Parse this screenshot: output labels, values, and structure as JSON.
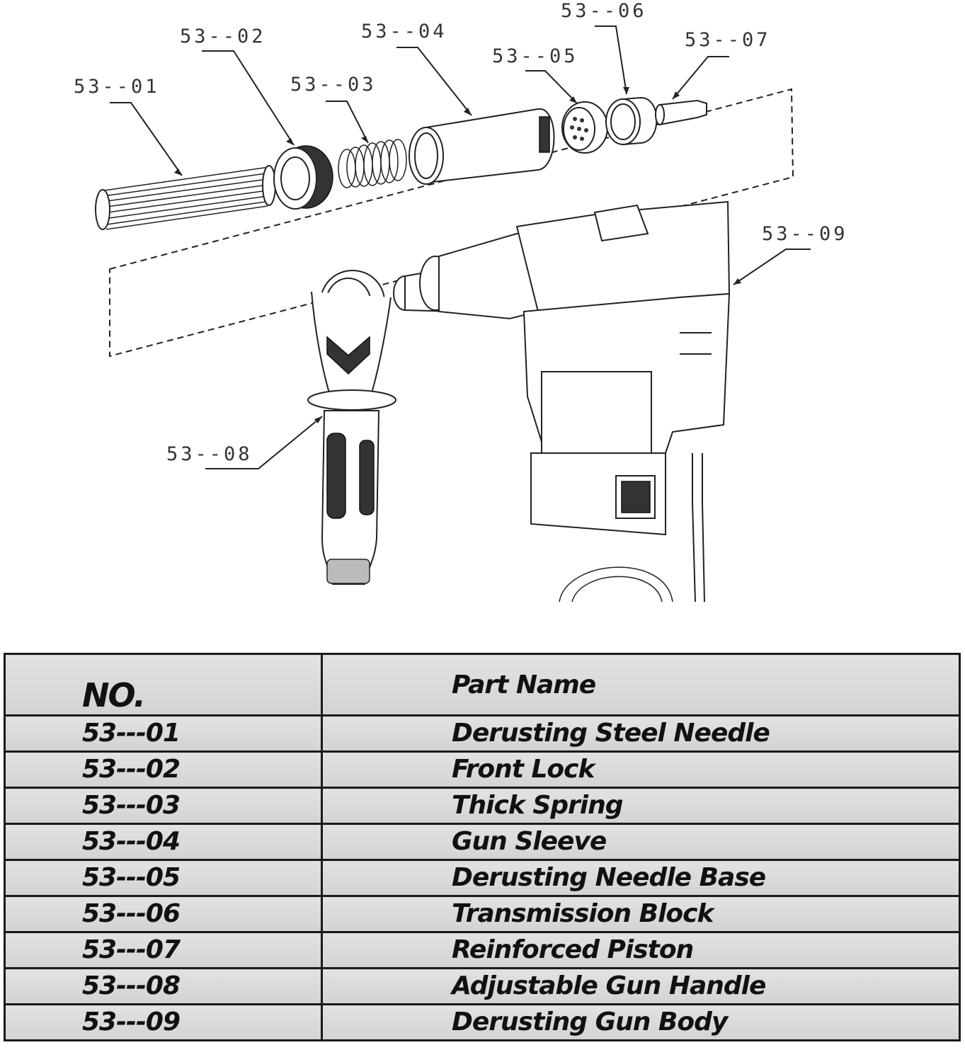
{
  "diagram": {
    "callouts": [
      {
        "id": "53--01",
        "label": "53--01"
      },
      {
        "id": "53--02",
        "label": "53--02"
      },
      {
        "id": "53--03",
        "label": "53--03"
      },
      {
        "id": "53--04",
        "label": "53--04"
      },
      {
        "id": "53--05",
        "label": "53--05"
      },
      {
        "id": "53--06",
        "label": "53--06"
      },
      {
        "id": "53--07",
        "label": "53--07"
      },
      {
        "id": "53--08",
        "label": "53--08"
      },
      {
        "id": "53--09",
        "label": "53--09"
      }
    ]
  },
  "table": {
    "header": {
      "no": "NO.",
      "name": "Part Name"
    },
    "rows": [
      {
        "no": "53---01",
        "name": "Derusting Steel Needle"
      },
      {
        "no": "53---02",
        "name": "Front Lock"
      },
      {
        "no": "53---03",
        "name": "Thick Spring"
      },
      {
        "no": "53---04",
        "name": "Gun Sleeve"
      },
      {
        "no": "53---05",
        "name": "Derusting Needle Base"
      },
      {
        "no": "53---06",
        "name": "Transmission Block"
      },
      {
        "no": "53---07",
        "name": "Reinforced Piston"
      },
      {
        "no": "53---08",
        "name": "Adjustable Gun Handle"
      },
      {
        "no": "53---09",
        "name": "Derusting Gun Body"
      }
    ]
  }
}
